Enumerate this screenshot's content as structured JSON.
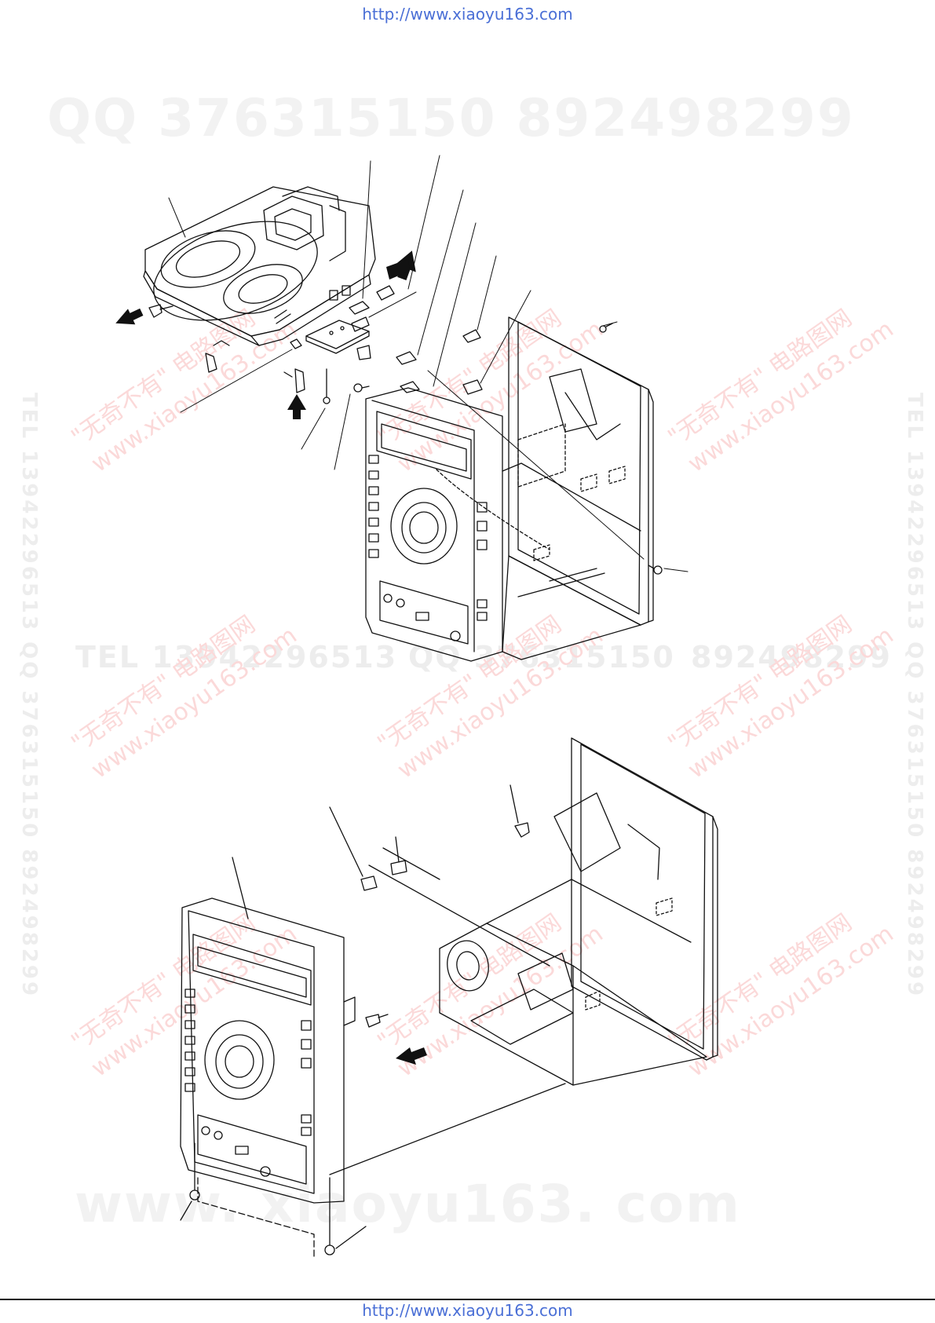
{
  "header": {
    "url": "http://www.xiaoyu163.com"
  },
  "footer": {
    "url": "http://www.xiaoyu163.com"
  },
  "watermarks": {
    "qq_line": "QQ 376315150    892498299",
    "tel_line": "TEL 13942296513",
    "qq_number": "QQ 376315150",
    "qq_number2": "892498299",
    "site_big": "www. xiaoyu163. com",
    "cn_brand": "\"无奇不有\" 电路图网",
    "cn_site": "www.xiaoyu163.com",
    "vertical": "TEL 13942296513  QQ 376315150  892498299"
  },
  "colors": {
    "link": "#4a6fd6",
    "line": "#111111",
    "watermark_red": "#fbd9d9",
    "watermark_gray": "#f0f0f0"
  }
}
